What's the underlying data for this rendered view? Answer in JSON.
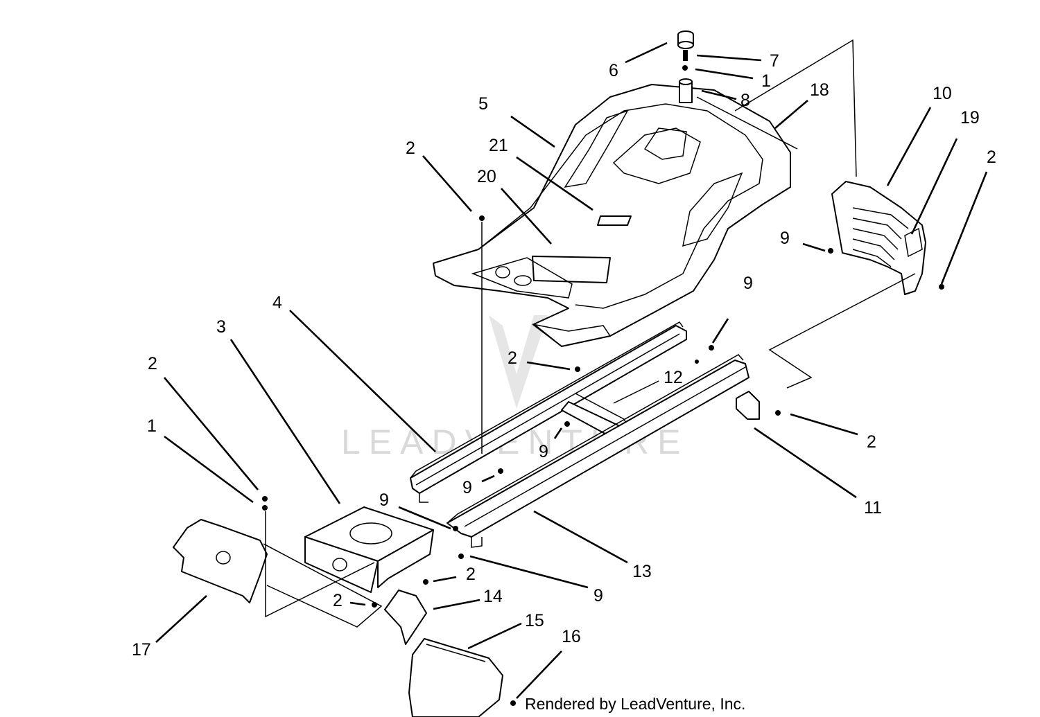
{
  "diagram": {
    "watermark": "LEADVENTURE",
    "credit": "Rendered by LeadVenture, Inc.",
    "callouts": [
      {
        "id": "c6",
        "label": "6"
      },
      {
        "id": "c7",
        "label": "7"
      },
      {
        "id": "c1a",
        "label": "1"
      },
      {
        "id": "c8",
        "label": "8"
      },
      {
        "id": "c18",
        "label": "18"
      },
      {
        "id": "c5",
        "label": "5"
      },
      {
        "id": "c10",
        "label": "10"
      },
      {
        "id": "c19",
        "label": "19"
      },
      {
        "id": "c2a",
        "label": "2"
      },
      {
        "id": "c21",
        "label": "21"
      },
      {
        "id": "c20",
        "label": "20"
      },
      {
        "id": "c2b",
        "label": "2"
      },
      {
        "id": "c9a",
        "label": "9"
      },
      {
        "id": "c4",
        "label": "4"
      },
      {
        "id": "c3",
        "label": "3"
      },
      {
        "id": "c9b",
        "label": "9"
      },
      {
        "id": "c2c",
        "label": "2"
      },
      {
        "id": "c2d",
        "label": "2"
      },
      {
        "id": "c12",
        "label": "12"
      },
      {
        "id": "c1b",
        "label": "1"
      },
      {
        "id": "c2e",
        "label": "2"
      },
      {
        "id": "c9c",
        "label": "9"
      },
      {
        "id": "c9d",
        "label": "9"
      },
      {
        "id": "c11",
        "label": "11"
      },
      {
        "id": "c9e",
        "label": "9"
      },
      {
        "id": "c13",
        "label": "13"
      },
      {
        "id": "c2f",
        "label": "2"
      },
      {
        "id": "c2g",
        "label": "2"
      },
      {
        "id": "c14",
        "label": "14"
      },
      {
        "id": "c9f",
        "label": "9"
      },
      {
        "id": "c17",
        "label": "17"
      },
      {
        "id": "c15",
        "label": "15"
      },
      {
        "id": "c16",
        "label": "16"
      }
    ]
  }
}
